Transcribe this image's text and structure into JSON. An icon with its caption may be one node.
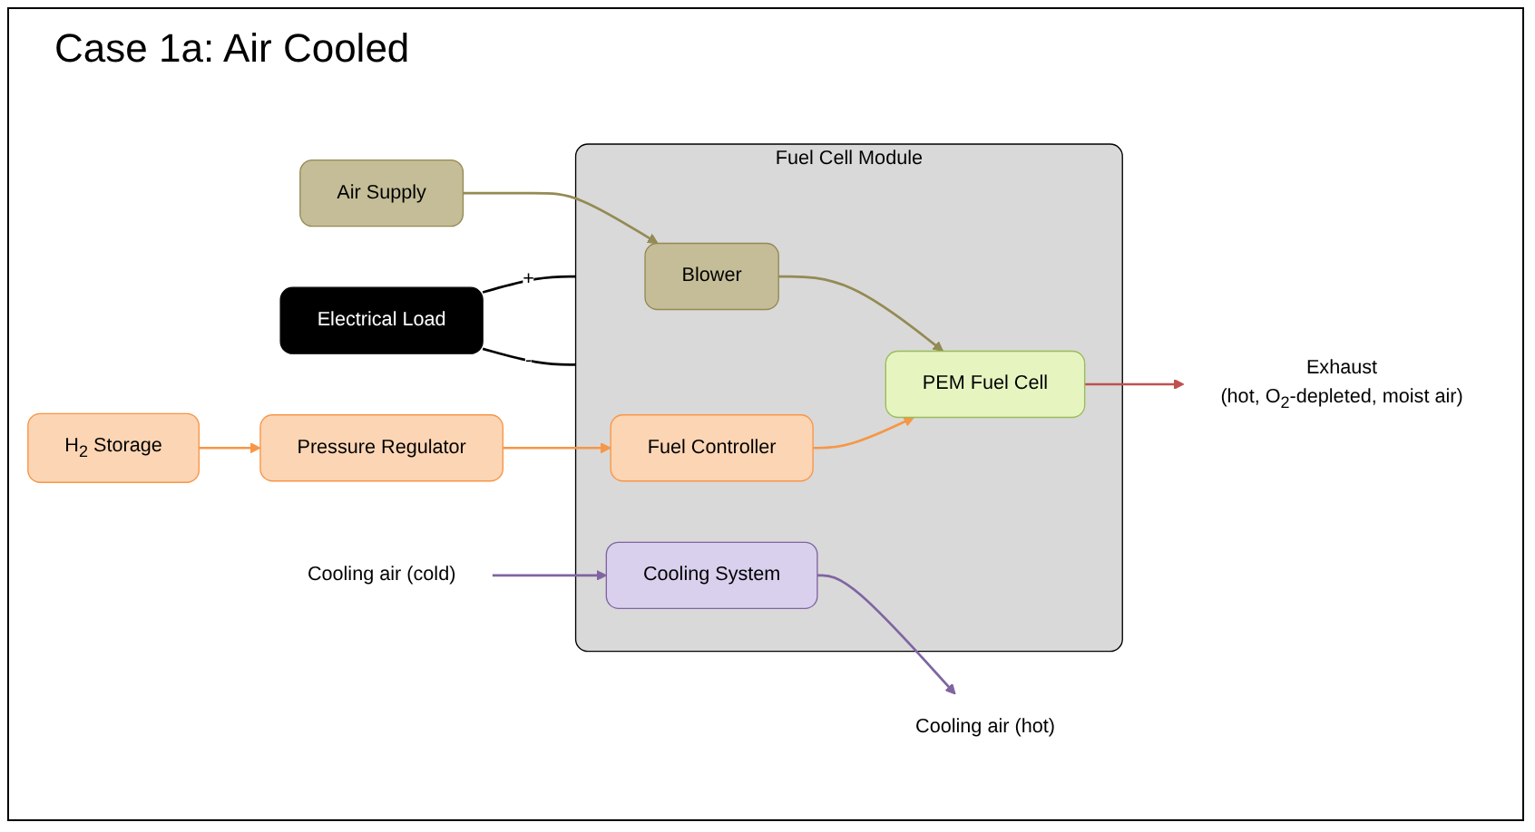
{
  "diagram": {
    "title": "Case 1a: Air Cooled",
    "nodes": [
      {
        "text": [
          "Electrical Load"
        ]
      },
      {
        "text": [
          "Fuel Cell Module"
        ]
      },
      {
        "text": [
          "Air Supply"
        ]
      },
      {
        "text": [
          "Blower"
        ],
        "in": 1
      },
      {
        "text": [
          "PEM Fuel Cell"
        ],
        "in": 1
      },
      {
        "text": [
          "Cooling System"
        ],
        "in": 1
      },
      {
        "text": [
          "H$_{2}$ Storage"
        ]
      },
      {
        "text": [
          "Pressure Regulator"
        ]
      },
      {
        "text": [
          "Fuel Controller"
        ],
        "in": 1
      },
      {
        "text": [
          "Exhaust",
          "(hot, O$_{2}$-depleted, moist air)"
        ]
      },
      {
        "text": [
          "Cooling air (cold)"
        ]
      },
      {
        "text": [
          "Cooling air (hot)"
        ]
      }
    ],
    "edges": [
      {
        "from": 0,
        "to": 1,
        "arrow": "none",
        "label": "+",
        "color": "#000000"
      },
      {
        "from": 0,
        "to": 1,
        "arrow": "none",
        "label": "-",
        "color": "#000000"
      },
      {
        "from": 2,
        "to": 3,
        "arrow": "to",
        "color": "#948a54"
      },
      {
        "from": 3,
        "to": 4,
        "arrow": "to",
        "color": "#948a54"
      },
      {
        "from": 6,
        "to": 7,
        "arrow": "to",
        "color": "#f79646"
      },
      {
        "from": 7,
        "to": 8,
        "arrow": "to",
        "color": "#f79646"
      },
      {
        "from": 8,
        "to": 4,
        "arrow": "to",
        "color": "#f79646"
      },
      {
        "from": 4,
        "to": 9,
        "arrow": "to",
        "color": "#c0504d"
      },
      {
        "from": 10,
        "to": 5,
        "arrow": "to",
        "color": "#8064a2"
      },
      {
        "from": 5,
        "to": 11,
        "arrow": "to",
        "color": "#8064a2"
      }
    ]
  }
}
